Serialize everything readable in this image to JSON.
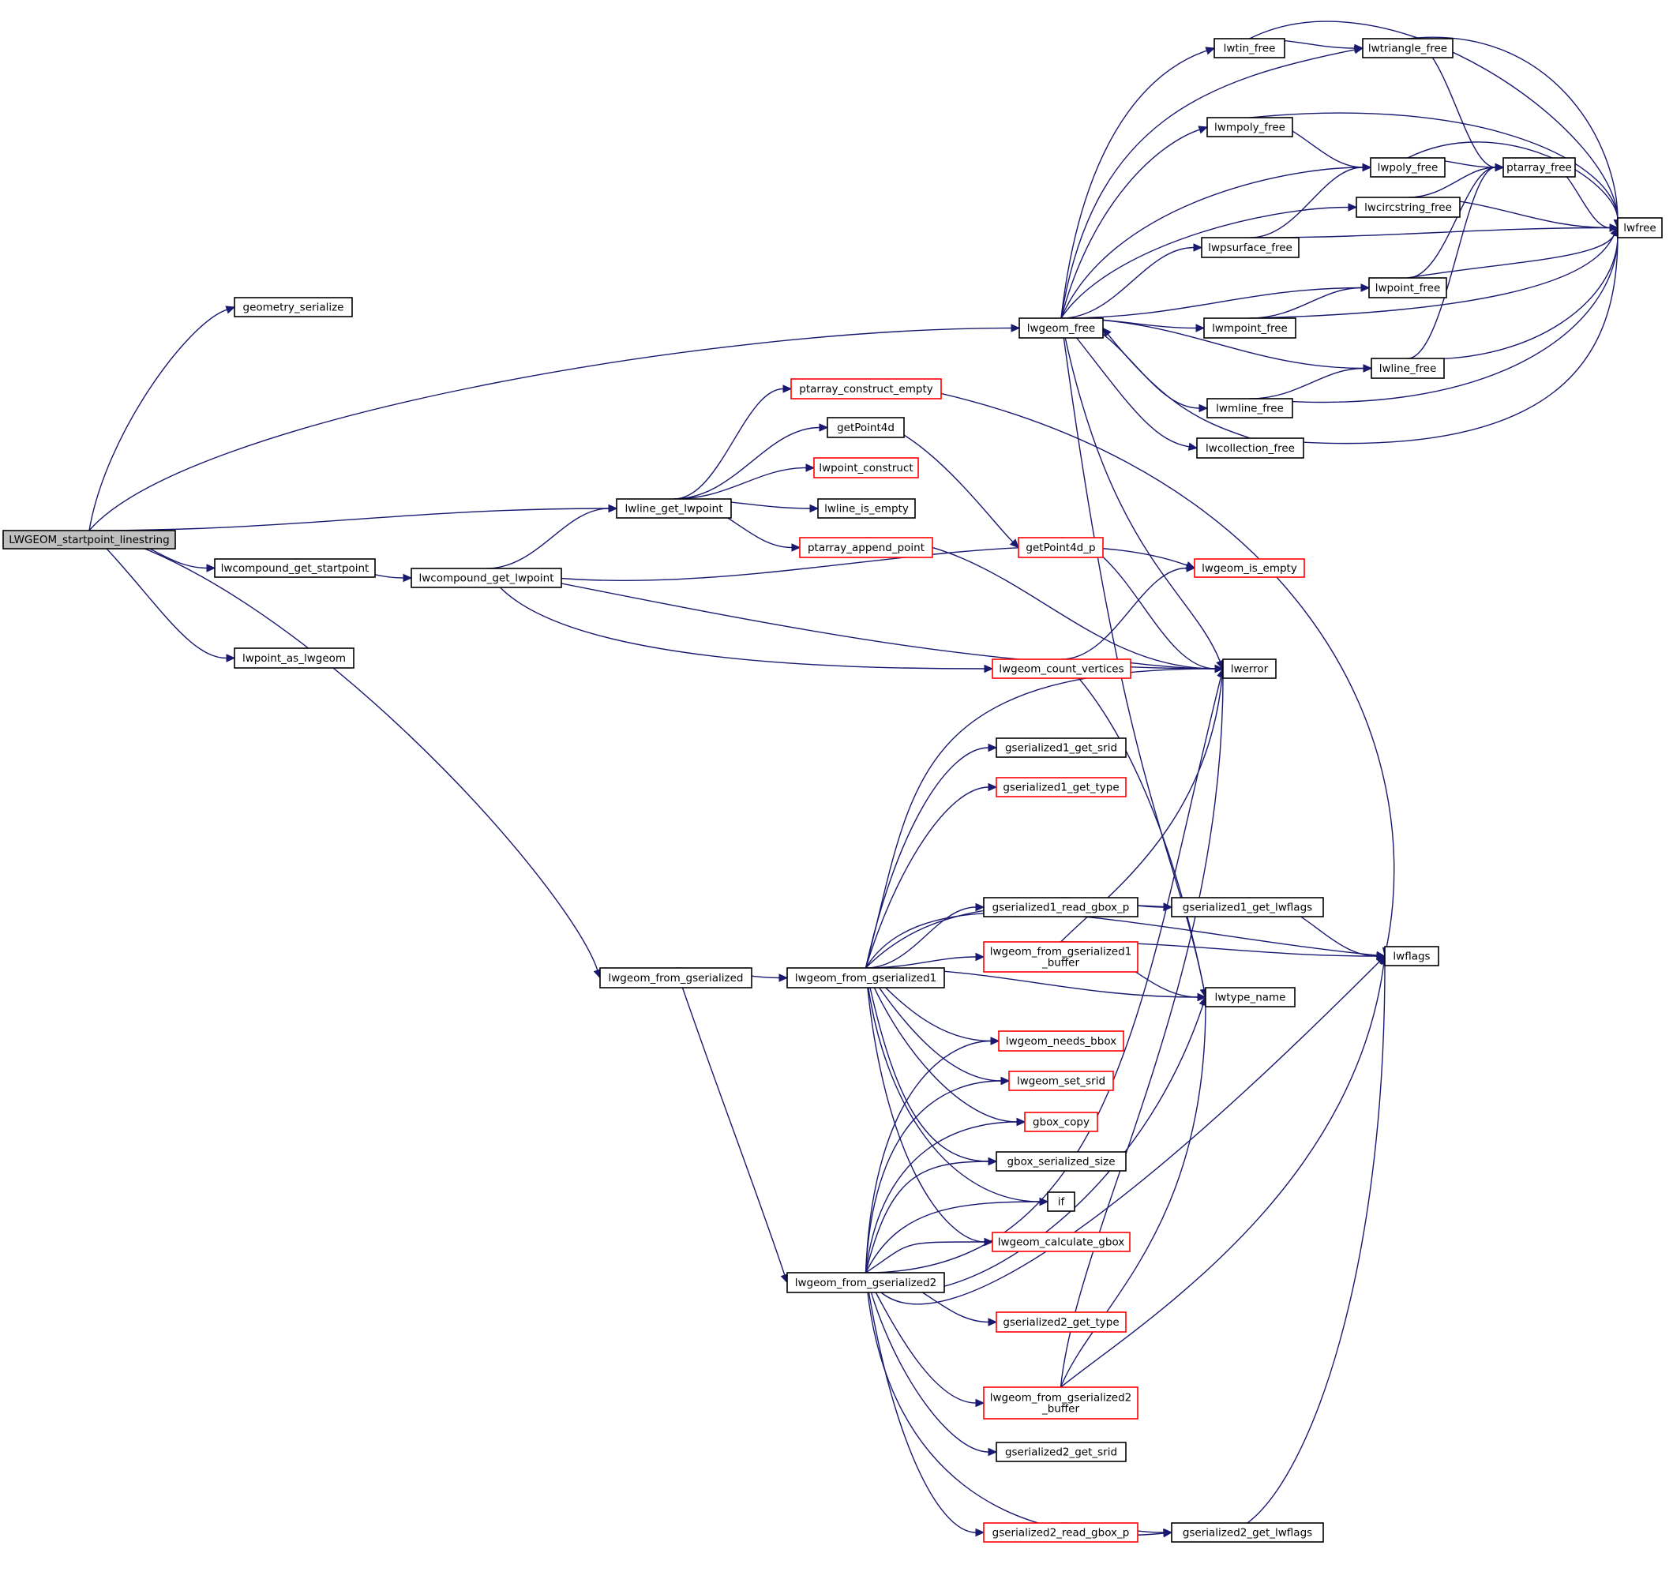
{
  "diagram": {
    "title": "",
    "colors": {
      "background": "#ffffff",
      "edge": "#191970",
      "node_border": "#000000",
      "node_border_truncated": "#ff0000",
      "root_fill": "#bfbfbf",
      "node_fill": "#ffffff",
      "text": "#000000"
    },
    "nodes": [
      {
        "id": "root",
        "lines": [
          "LWGEOM_startpoint_linestring"
        ],
        "style": "root"
      },
      {
        "id": "geometry_serialize",
        "lines": [
          "geometry_serialize"
        ],
        "style": "normal"
      },
      {
        "id": "lwgeom_free",
        "lines": [
          "lwgeom_free"
        ],
        "style": "normal"
      },
      {
        "id": "lwline_get_lwpoint",
        "lines": [
          "lwline_get_lwpoint"
        ],
        "style": "normal"
      },
      {
        "id": "lwcompound_get_startpoint",
        "lines": [
          "lwcompound_get_startpoint"
        ],
        "style": "normal"
      },
      {
        "id": "lwcompound_get_lwpoint",
        "lines": [
          "lwcompound_get_lwpoint"
        ],
        "style": "normal"
      },
      {
        "id": "lwpoint_as_lwgeom",
        "lines": [
          "lwpoint_as_lwgeom"
        ],
        "style": "normal"
      },
      {
        "id": "lwgeom_from_gserialized",
        "lines": [
          "lwgeom_from_gserialized"
        ],
        "style": "normal"
      },
      {
        "id": "lwgeom_from_gserialized1",
        "lines": [
          "lwgeom_from_gserialized1"
        ],
        "style": "normal"
      },
      {
        "id": "lwgeom_from_gserialized2",
        "lines": [
          "lwgeom_from_gserialized2"
        ],
        "style": "normal"
      },
      {
        "id": "ptarray_construct_empty",
        "lines": [
          "ptarray_construct_empty"
        ],
        "style": "truncated"
      },
      {
        "id": "getPoint4d",
        "lines": [
          "getPoint4d"
        ],
        "style": "normal"
      },
      {
        "id": "lwpoint_construct",
        "lines": [
          "lwpoint_construct"
        ],
        "style": "truncated"
      },
      {
        "id": "lwline_is_empty",
        "lines": [
          "lwline_is_empty"
        ],
        "style": "normal"
      },
      {
        "id": "ptarray_append_point",
        "lines": [
          "ptarray_append_point"
        ],
        "style": "truncated"
      },
      {
        "id": "getPoint4d_p",
        "lines": [
          "getPoint4d_p"
        ],
        "style": "truncated"
      },
      {
        "id": "lwgeom_is_empty",
        "lines": [
          "lwgeom_is_empty"
        ],
        "style": "truncated"
      },
      {
        "id": "lwgeom_count_vertices",
        "lines": [
          "lwgeom_count_vertices"
        ],
        "style": "truncated"
      },
      {
        "id": "lwerror",
        "lines": [
          "lwerror"
        ],
        "style": "normal"
      },
      {
        "id": "lwtin_free",
        "lines": [
          "lwtin_free"
        ],
        "style": "normal"
      },
      {
        "id": "lwtriangle_free",
        "lines": [
          "lwtriangle_free"
        ],
        "style": "normal"
      },
      {
        "id": "lwmpoly_free",
        "lines": [
          "lwmpoly_free"
        ],
        "style": "normal"
      },
      {
        "id": "lwpoly_free",
        "lines": [
          "lwpoly_free"
        ],
        "style": "normal"
      },
      {
        "id": "ptarray_free",
        "lines": [
          "ptarray_free"
        ],
        "style": "normal"
      },
      {
        "id": "lwcircstring_free",
        "lines": [
          "lwcircstring_free"
        ],
        "style": "normal"
      },
      {
        "id": "lwfree",
        "lines": [
          "lwfree"
        ],
        "style": "normal"
      },
      {
        "id": "lwpsurface_free",
        "lines": [
          "lwpsurface_free"
        ],
        "style": "normal"
      },
      {
        "id": "lwpoint_free",
        "lines": [
          "lwpoint_free"
        ],
        "style": "normal"
      },
      {
        "id": "lwmpoint_free",
        "lines": [
          "lwmpoint_free"
        ],
        "style": "normal"
      },
      {
        "id": "lwline_free",
        "lines": [
          "lwline_free"
        ],
        "style": "normal"
      },
      {
        "id": "lwmline_free",
        "lines": [
          "lwmline_free"
        ],
        "style": "normal"
      },
      {
        "id": "lwcollection_free",
        "lines": [
          "lwcollection_free"
        ],
        "style": "normal"
      },
      {
        "id": "gserialized1_get_srid",
        "lines": [
          "gserialized1_get_srid"
        ],
        "style": "normal"
      },
      {
        "id": "gserialized1_get_type",
        "lines": [
          "gserialized1_get_type"
        ],
        "style": "truncated"
      },
      {
        "id": "gserialized1_read_gbox_p",
        "lines": [
          "gserialized1_read_gbox_p"
        ],
        "style": "normal"
      },
      {
        "id": "gserialized1_get_lwflags",
        "lines": [
          "gserialized1_get_lwflags"
        ],
        "style": "normal"
      },
      {
        "id": "lwgeom_from_gserialized1_buffer",
        "lines": [
          "lwgeom_from_gserialized1",
          "_buffer"
        ],
        "style": "truncated"
      },
      {
        "id": "lwflags",
        "lines": [
          "lwflags"
        ],
        "style": "normal"
      },
      {
        "id": "lwtype_name",
        "lines": [
          "lwtype_name"
        ],
        "style": "normal"
      },
      {
        "id": "lwgeom_needs_bbox",
        "lines": [
          "lwgeom_needs_bbox"
        ],
        "style": "truncated"
      },
      {
        "id": "lwgeom_set_srid",
        "lines": [
          "lwgeom_set_srid"
        ],
        "style": "truncated"
      },
      {
        "id": "gbox_copy",
        "lines": [
          "gbox_copy"
        ],
        "style": "truncated"
      },
      {
        "id": "gbox_serialized_size",
        "lines": [
          "gbox_serialized_size"
        ],
        "style": "normal"
      },
      {
        "id": "if",
        "lines": [
          "if"
        ],
        "style": "normal"
      },
      {
        "id": "lwgeom_calculate_gbox",
        "lines": [
          "lwgeom_calculate_gbox"
        ],
        "style": "truncated"
      },
      {
        "id": "gserialized2_get_type",
        "lines": [
          "gserialized2_get_type"
        ],
        "style": "truncated"
      },
      {
        "id": "lwgeom_from_gserialized2_buffer",
        "lines": [
          "lwgeom_from_gserialized2",
          "_buffer"
        ],
        "style": "truncated"
      },
      {
        "id": "gserialized2_get_srid",
        "lines": [
          "gserialized2_get_srid"
        ],
        "style": "normal"
      },
      {
        "id": "gserialized2_read_gbox_p",
        "lines": [
          "gserialized2_read_gbox_p"
        ],
        "style": "truncated"
      },
      {
        "id": "gserialized2_get_lwflags",
        "lines": [
          "gserialized2_get_lwflags"
        ],
        "style": "normal"
      }
    ],
    "edges": [
      [
        "root",
        "geometry_serialize"
      ],
      [
        "root",
        "lwgeom_free"
      ],
      [
        "root",
        "lwline_get_lwpoint"
      ],
      [
        "root",
        "lwcompound_get_startpoint"
      ],
      [
        "root",
        "lwpoint_as_lwgeom"
      ],
      [
        "root",
        "lwgeom_from_gserialized"
      ],
      [
        "lwcompound_get_startpoint",
        "lwcompound_get_lwpoint"
      ],
      [
        "lwcompound_get_lwpoint",
        "lwline_get_lwpoint"
      ],
      [
        "lwcompound_get_lwpoint",
        "lwgeom_is_empty"
      ],
      [
        "lwcompound_get_lwpoint",
        "lwerror"
      ],
      [
        "lwcompound_get_lwpoint",
        "lwgeom_count_vertices"
      ],
      [
        "lwline_get_lwpoint",
        "ptarray_construct_empty"
      ],
      [
        "lwline_get_lwpoint",
        "getPoint4d"
      ],
      [
        "lwline_get_lwpoint",
        "lwpoint_construct"
      ],
      [
        "lwline_get_lwpoint",
        "lwline_is_empty"
      ],
      [
        "lwline_get_lwpoint",
        "ptarray_append_point"
      ],
      [
        "ptarray_construct_empty",
        "lwflags"
      ],
      [
        "getPoint4d",
        "getPoint4d_p"
      ],
      [
        "getPoint4d_p",
        "lwerror"
      ],
      [
        "ptarray_append_point",
        "lwerror"
      ],
      [
        "lwgeom_count_vertices",
        "lwerror"
      ],
      [
        "lwgeom_count_vertices",
        "lwgeom_is_empty"
      ],
      [
        "lwgeom_count_vertices",
        "lwtype_name"
      ],
      [
        "lwgeom_free",
        "lwtin_free"
      ],
      [
        "lwgeom_free",
        "lwtriangle_free"
      ],
      [
        "lwgeom_free",
        "lwmpoly_free"
      ],
      [
        "lwgeom_free",
        "lwpoly_free"
      ],
      [
        "lwgeom_free",
        "lwcircstring_free"
      ],
      [
        "lwgeom_free",
        "lwpsurface_free"
      ],
      [
        "lwgeom_free",
        "lwpoint_free"
      ],
      [
        "lwgeom_free",
        "lwmpoint_free"
      ],
      [
        "lwgeom_free",
        "lwline_free"
      ],
      [
        "lwgeom_free",
        "lwmline_free"
      ],
      [
        "lwgeom_free",
        "lwcollection_free"
      ],
      [
        "lwgeom_free",
        "lwerror"
      ],
      [
        "lwgeom_free",
        "lwtype_name"
      ],
      [
        "lwtin_free",
        "lwtriangle_free"
      ],
      [
        "lwtin_free",
        "lwfree"
      ],
      [
        "lwtriangle_free",
        "ptarray_free"
      ],
      [
        "lwtriangle_free",
        "lwfree"
      ],
      [
        "lwmpoly_free",
        "lwpoly_free"
      ],
      [
        "lwmpoly_free",
        "lwfree"
      ],
      [
        "lwpoly_free",
        "ptarray_free"
      ],
      [
        "lwpoly_free",
        "lwfree"
      ],
      [
        "ptarray_free",
        "lwfree"
      ],
      [
        "lwcircstring_free",
        "ptarray_free"
      ],
      [
        "lwcircstring_free",
        "lwfree"
      ],
      [
        "lwpsurface_free",
        "lwpoly_free"
      ],
      [
        "lwpsurface_free",
        "lwfree"
      ],
      [
        "lwpoint_free",
        "ptarray_free"
      ],
      [
        "lwpoint_free",
        "lwfree"
      ],
      [
        "lwmpoint_free",
        "lwpoint_free"
      ],
      [
        "lwmpoint_free",
        "lwfree"
      ],
      [
        "lwline_free",
        "ptarray_free"
      ],
      [
        "lwline_free",
        "lwfree"
      ],
      [
        "lwmline_free",
        "lwline_free"
      ],
      [
        "lwmline_free",
        "lwfree"
      ],
      [
        "lwcollection_free",
        "lwgeom_free"
      ],
      [
        "lwcollection_free",
        "lwfree"
      ],
      [
        "lwgeom_from_gserialized",
        "lwgeom_from_gserialized1"
      ],
      [
        "lwgeom_from_gserialized",
        "lwgeom_from_gserialized2"
      ],
      [
        "lwgeom_from_gserialized1",
        "lwerror"
      ],
      [
        "lwgeom_from_gserialized1",
        "gserialized1_get_srid"
      ],
      [
        "lwgeom_from_gserialized1",
        "gserialized1_get_type"
      ],
      [
        "lwgeom_from_gserialized1",
        "lwflags"
      ],
      [
        "lwgeom_from_gserialized1",
        "gserialized1_get_lwflags"
      ],
      [
        "lwgeom_from_gserialized1",
        "gserialized1_read_gbox_p"
      ],
      [
        "lwgeom_from_gserialized1",
        "lwgeom_from_gserialized1_buffer"
      ],
      [
        "lwgeom_from_gserialized1",
        "lwtype_name"
      ],
      [
        "lwgeom_from_gserialized1",
        "lwgeom_needs_bbox"
      ],
      [
        "lwgeom_from_gserialized1",
        "lwgeom_set_srid"
      ],
      [
        "lwgeom_from_gserialized1",
        "gbox_copy"
      ],
      [
        "lwgeom_from_gserialized1",
        "gbox_serialized_size"
      ],
      [
        "lwgeom_from_gserialized1",
        "if"
      ],
      [
        "lwgeom_from_gserialized1",
        "lwgeom_calculate_gbox"
      ],
      [
        "gserialized1_read_gbox_p",
        "gserialized1_get_lwflags"
      ],
      [
        "gserialized1_get_lwflags",
        "lwflags"
      ],
      [
        "lwgeom_from_gserialized1_buffer",
        "lwflags"
      ],
      [
        "lwgeom_from_gserialized1_buffer",
        "lwtype_name"
      ],
      [
        "lwgeom_from_gserialized1_buffer",
        "lwerror"
      ],
      [
        "lwgeom_from_gserialized2",
        "lwgeom_needs_bbox"
      ],
      [
        "lwgeom_from_gserialized2",
        "lwgeom_set_srid"
      ],
      [
        "lwgeom_from_gserialized2",
        "gbox_copy"
      ],
      [
        "lwgeom_from_gserialized2",
        "gbox_serialized_size"
      ],
      [
        "lwgeom_from_gserialized2",
        "if"
      ],
      [
        "lwgeom_from_gserialized2",
        "lwgeom_calculate_gbox"
      ],
      [
        "lwgeom_from_gserialized2",
        "lwerror"
      ],
      [
        "lwgeom_from_gserialized2",
        "gserialized2_get_type"
      ],
      [
        "lwgeom_from_gserialized2",
        "lwtype_name"
      ],
      [
        "lwgeom_from_gserialized2",
        "lwgeom_from_gserialized2_buffer"
      ],
      [
        "lwgeom_from_gserialized2",
        "gserialized2_get_srid"
      ],
      [
        "lwgeom_from_gserialized2",
        "lwflags"
      ],
      [
        "lwgeom_from_gserialized2",
        "gserialized2_read_gbox_p"
      ],
      [
        "lwgeom_from_gserialized2",
        "gserialized2_get_lwflags"
      ],
      [
        "lwgeom_from_gserialized2_buffer",
        "lwflags"
      ],
      [
        "lwgeom_from_gserialized2_buffer",
        "lwtype_name"
      ],
      [
        "lwgeom_from_gserialized2_buffer",
        "lwerror"
      ],
      [
        "gserialized2_read_gbox_p",
        "gserialized2_get_lwflags"
      ],
      [
        "gserialized2_get_lwflags",
        "lwflags"
      ]
    ]
  }
}
